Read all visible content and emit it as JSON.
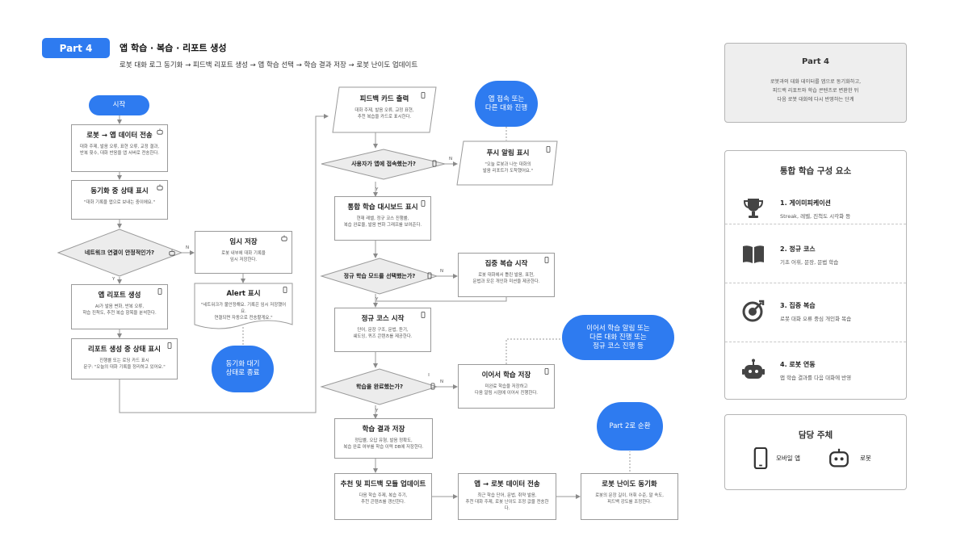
{
  "header": {
    "part": "Part 4",
    "title": "앱 학습 · 복습 · 리포트 생성",
    "subtitle": "로봇 대화 로그 동기화 → 피드백 리포트 생성 → 앱 학습 선택 → 학습 결과 저장 → 로봇 난이도 업데이트"
  },
  "flow": {
    "start": "시작",
    "n1": {
      "title": "로봇 → 앱 데이터 전송",
      "desc": "대화 주제, 발음 오류, 표현 오류, 교정 결과,\n반복 횟수, 대화 반응을 앱 서버로 전송한다."
    },
    "n2": {
      "title": "동기화 중 상태 표시",
      "desc": "\"대화 기록을 앱으로 보내는 중이에요.\""
    },
    "d1": {
      "label": "네트워크 연결이 안정적인가?",
      "yes": "Y",
      "no": "N"
    },
    "temp": {
      "title": "임시 저장",
      "desc": "로봇 내부에 대화 기록을\n임시 저장한다."
    },
    "alert": {
      "title": "Alert 표시",
      "desc": "\"네트워크가 불안정해요. 기록은 임시 저장했어요.\n연결되면 자동으로 전송할게요.\""
    },
    "wait": "동기화 대기\n상태로 종료",
    "n3": {
      "title": "앱 리포트 생성",
      "desc": "AI가 발음 변화, 반복 오류,\n학습 진척도, 추천 복습 항목을 분석한다."
    },
    "n4": {
      "title": "리포트 생성 중 상태 표시",
      "desc": "진행률 또는 로딩 카드 표시\n문구: \"오늘의 대화 기록을 정리하고 있어요.\""
    },
    "n5": {
      "title": "피드백 카드 출력",
      "desc": "대화 주제, 발음 오류, 교정 표현,\n추천 복습을 카드로 표시한다."
    },
    "d2": {
      "label": "사용자가 앱에 접속했는가?",
      "yes": "Y",
      "no": "N"
    },
    "oval_access": "앱 접속 또는\n다른 대화 진행",
    "push": {
      "title": "푸시 알림 표시",
      "desc": "\"오늘 로봇과 나눈 대화의\n발음 리포트가 도착했어요.\""
    },
    "n6": {
      "title": "통합 학습 대시보드 표시",
      "desc": "현재 레벨, 정규 코스 진행률,\n복습 완료율, 발음 변화 그래프를 보여준다."
    },
    "d3": {
      "label": "정규 학습 모드를 선택했는가?",
      "yes": "Y",
      "no": "N"
    },
    "focus": {
      "title": "집중 복습 시작",
      "desc": "로봇 대화에서 틀린 발음, 표현,\n문법과 모은 개인화 미션을 제공한다."
    },
    "n7": {
      "title": "정규 코스 시작",
      "desc": "단어, 문장 구조, 문법, 듣기,\n쉐도잉, 퀴즈 콘텐츠를 제공한다."
    },
    "oval_cont": "이어서 학습 알림 또는\n다른 대화 진행 또는\n정규 코스 진행 등",
    "d4": {
      "label": "학습을 완료했는가?",
      "yes": "Y",
      "no": "N"
    },
    "cont": {
      "title": "이어서 학습 저장",
      "desc": "미완료 학습을 저장하고\n다음 알림 시점에 이어서 진행한다."
    },
    "n8": {
      "title": "학습 결과 저장",
      "desc": "정답률, 오답 유형, 발음 정확도,\n복습 완료 여부를 학습 이력 DB에 저장한다."
    },
    "n9": {
      "title": "추천 및 피드백 모듈 업데이트",
      "desc": "다음 학습 주제, 복습 주기,\n추천 콘텐츠를 갱신한다."
    },
    "n10": {
      "title": "앱 → 로봇 데이터 전송",
      "desc": "최근 학습 단어, 문법, 취약 발음,\n추천 대화 주제, 로봇 난이도 조정 값을 전송한다."
    },
    "n11": {
      "title": "로봇 난이도 동기화",
      "desc": "로봇의 문장 길이, 어휘 수준, 말 속도,\n피드백 강도를 조정한다."
    },
    "oval_part2": "Part 2로 순환"
  },
  "sidebar": {
    "summary": {
      "title": "Part 4",
      "desc": "로봇과의 대화 데이터를 앱으로 동기화하고,\n피드백 리포트와 학습 콘텐츠로 변환한 뒤\n다음 로봇 대화에 다시 반영하는 단계"
    },
    "components": {
      "title": "통합 학습 구성 요소",
      "items": [
        {
          "title": "1. 게이미피케이션",
          "desc": "Streak, 레벨, 진척도 시각화 등",
          "icon": "trophy-icon"
        },
        {
          "title": "2. 정규 코스",
          "desc": "기초 어휘, 문장, 문법 학습",
          "icon": "book-icon"
        },
        {
          "title": "3. 집중 복습",
          "desc": "로봇 대화 오류 중심 개인화 복습",
          "icon": "target-icon"
        },
        {
          "title": "4. 로봇 연동",
          "desc": "앱 학습 결과를 다음 대화에 반영",
          "icon": "robot-icon"
        }
      ]
    },
    "owners": {
      "title": "담당 주체",
      "mobile": "모바일 앱",
      "robot": "로봇"
    }
  },
  "colors": {
    "accent": "#2e7bf0",
    "line": "#9a9a9a",
    "panel_bg": "#eeeeee"
  }
}
